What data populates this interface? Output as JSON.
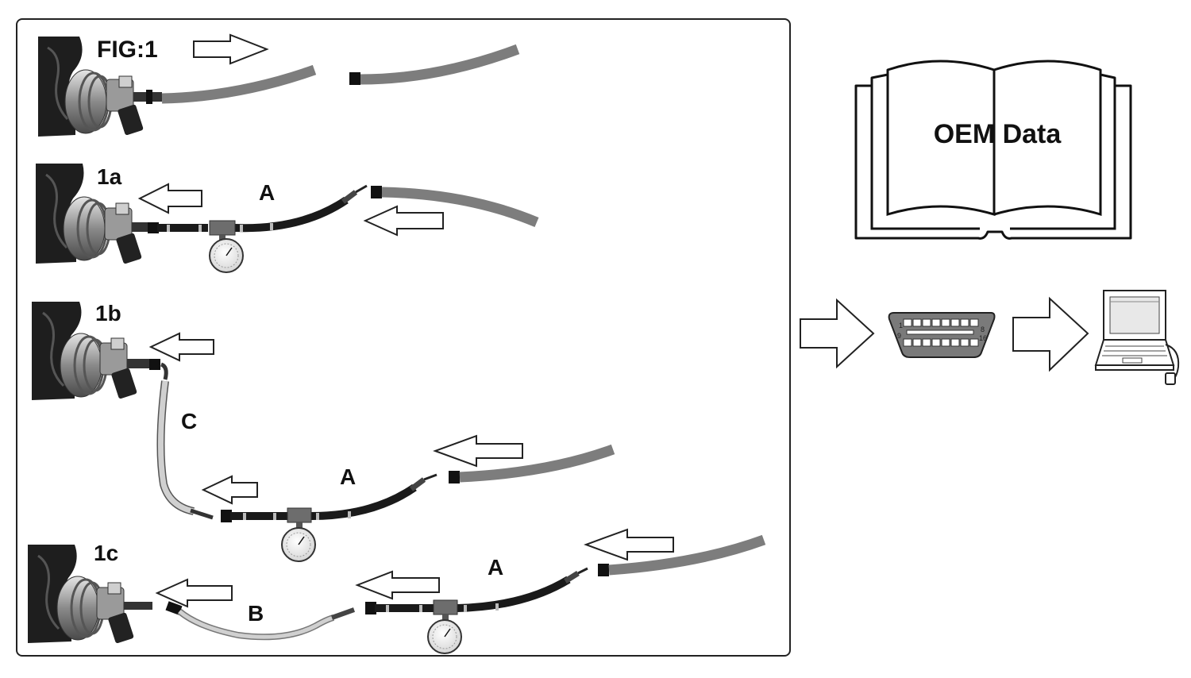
{
  "figure": {
    "panels": [
      {
        "id": "fig1",
        "label": "FIG:1"
      },
      {
        "id": "1a",
        "label": "1a",
        "hose_labels": [
          "A"
        ]
      },
      {
        "id": "1b",
        "label": "1b",
        "hose_labels": [
          "C",
          "A"
        ]
      },
      {
        "id": "1c",
        "label": "1c",
        "hose_labels": [
          "B",
          "A"
        ]
      }
    ]
  },
  "manual": {
    "title": "OEM Data"
  },
  "obd": {
    "pin_labels": [
      "1",
      "8",
      "9",
      "16"
    ]
  },
  "colors": {
    "fuel_line": "#7d7d7d",
    "tester_hose": "#1a1a1a",
    "adapter_hose": "#d0d0d0",
    "outline": "#222222"
  }
}
